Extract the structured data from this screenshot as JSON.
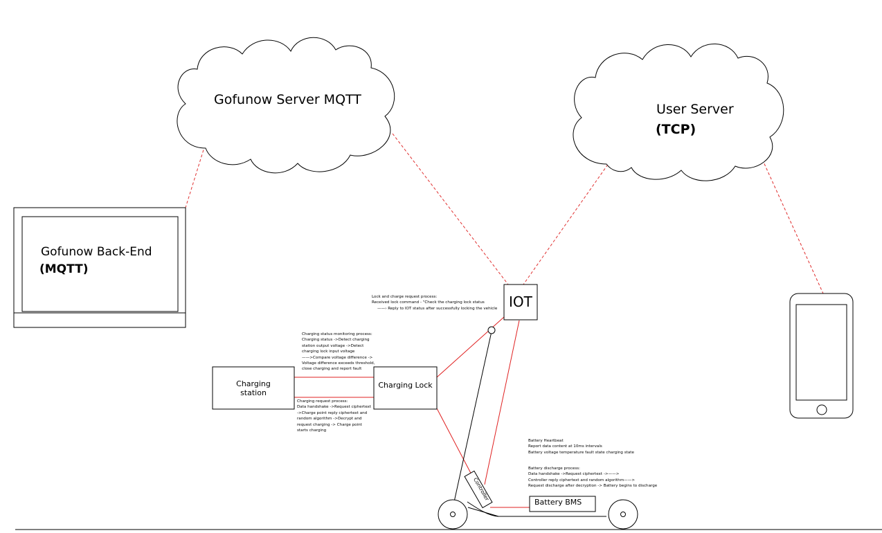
{
  "clouds": {
    "gofunow": {
      "label": "Gofunow Server MQTT"
    },
    "user": {
      "label": "User Server",
      "protocol": "(TCP)"
    }
  },
  "backend": {
    "label": "Gofunow Back-End",
    "protocol": "(MQTT)"
  },
  "iot": {
    "label": "IOT"
  },
  "charging_station": {
    "label_line1": "Charging",
    "label_line2": "station"
  },
  "charging_lock": {
    "label": "Charging Lock"
  },
  "controller": {
    "label": "Controller"
  },
  "battery": {
    "label": "Battery BMS"
  },
  "notes": {
    "lock_request": {
      "title": "Lock and charge request process:",
      "lines": [
        "Received lock command - \"Check the charging lock status",
        "——› Reply to IOT status after successfully locking the vehicle"
      ]
    },
    "charging_monitor": {
      "title": "Charging status monitoring process:",
      "lines": [
        "Charging status ->Detect charging",
        "station output voltage ->Detect",
        "charging lock input voltage",
        "——>Compare voltage difference ->",
        "Voltage difference exceeds threshold,",
        "close charging and report fault"
      ]
    },
    "charging_request": {
      "title": "Charging request process:",
      "lines": [
        "Data handshake ->Request ciphertext",
        "->Charge point reply ciphertext and",
        "random algorithm ->Decrypt and",
        "request charging -> Charge point",
        "starts charging"
      ]
    },
    "battery_heartbeat": {
      "title": "Battery Heartbeat",
      "lines": [
        "Report data content at 10ms intervals",
        "Battery voltage temperature fault state charging state"
      ]
    },
    "battery_discharge": {
      "title": "Battery discharge process:",
      "lines": [
        "Data handshake ->Request ciphertext ->——>",
        "Controller reply ciphertext and random algorithm——>",
        "Request discharge after decryption -> Battery begins to discharge"
      ]
    }
  },
  "colors": {
    "link_dashed": "#e03030",
    "link_solid": "#e02020",
    "stroke": "#000000"
  }
}
